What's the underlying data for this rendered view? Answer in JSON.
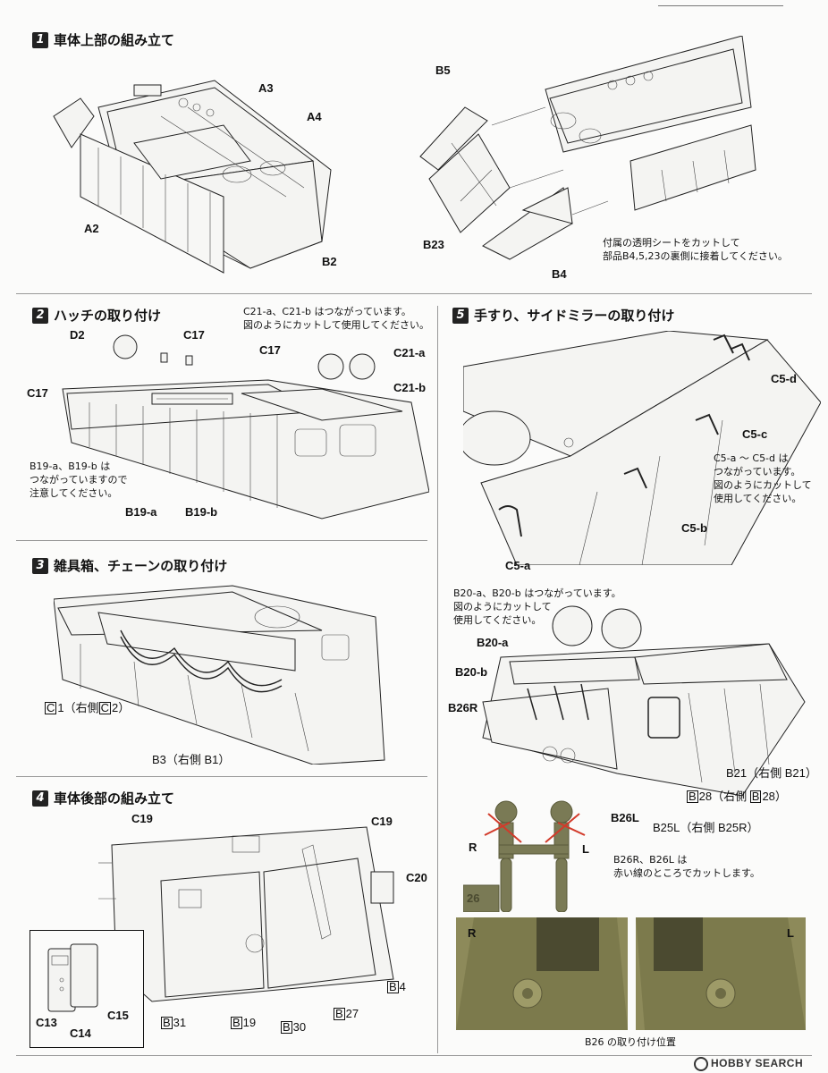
{
  "steps": [
    {
      "num": "1",
      "title": "車体上部の組み立て"
    },
    {
      "num": "2",
      "title": "ハッチの取り付け"
    },
    {
      "num": "3",
      "title": "雑具箱、チェーンの取り付け"
    },
    {
      "num": "4",
      "title": "車体後部の組み立て"
    },
    {
      "num": "5",
      "title": "手すり、サイドミラーの取り付け"
    }
  ],
  "step1": {
    "labels": {
      "a3": "A3",
      "a4": "A4",
      "a2": "A2",
      "b2": "B2",
      "b5": "B5",
      "b23": "B23",
      "b4": "B4"
    },
    "note": "付属の透明シートをカットして\n部品B4,5,23の裏側に接着してください。"
  },
  "step2": {
    "top_note": "C21-a、C21-b はつながっています。\n図のようにカットして使用してください。",
    "labels": {
      "d2": "D2",
      "c17_top": "C17",
      "c17_mid": "C17",
      "c17_left": "C17",
      "c21a": "C21-a",
      "c21b": "C21-b",
      "b19a": "B19-a",
      "b19b": "B19-b"
    },
    "left_note": "B19-a、B19-b は\nつながっていますので\n注意してください。"
  },
  "step3": {
    "label_c1_pre": "1（右側",
    "label_c1_box1": "C",
    "label_c1_box2": "C",
    "label_c1_post": "2）",
    "label_b3": "B3（右側 B1）"
  },
  "step4": {
    "labels": {
      "c19_left": "C19",
      "c19_right": "C19",
      "c20": "C20",
      "c13": "C13",
      "c14": "C14",
      "c15": "C15",
      "b4_num": "4",
      "b27_num": "27",
      "b31_num": "31",
      "b19_num": "19",
      "b30_num": "30",
      "b_letter": "B"
    }
  },
  "step5": {
    "labels": {
      "c5d": "C5-d",
      "c5c": "C5-c",
      "c5b": "C5-b",
      "c5a": "C5-a"
    },
    "c5_note": "C5-a ～ C5-d は\nつながっています。\n図のようにカットして\n使用してください。",
    "b20_note": "B20-a、B20-b はつながっています。\n図のようにカットして\n使用してください。",
    "labels2": {
      "b20a": "B20-a",
      "b20b": "B20-b",
      "b26r": "B26R",
      "b26l": "B26L",
      "b21": "B21（右側 B21）",
      "b28_num": "28",
      "b28_rest": "（右側",
      "b28_end": "28）",
      "b25": "B25L（右側 B25R）"
    },
    "cut_labels": {
      "r": "R",
      "l": "L",
      "sprue_num": "26"
    },
    "cut_note": "B26R、B26L は\n赤い線のところでカットします。",
    "photo_labels": {
      "r": "R",
      "l": "L"
    },
    "photo_caption": "B26 の取り付け位置"
  },
  "watermark": "HOBBY SEARCH",
  "colors": {
    "cut_line": "#d23a2a",
    "photo_olive": "#8d8a5a",
    "sprue": "#7a7a55"
  }
}
